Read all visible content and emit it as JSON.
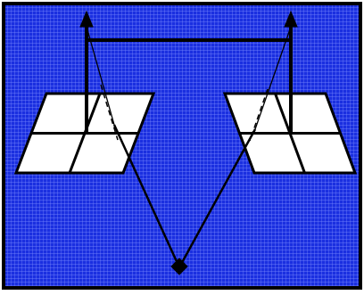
{
  "colors": {
    "background": "#1a2fe0",
    "grid_line": "#7f8fff",
    "border": "#000000",
    "panel_fill": "#ffffff",
    "line": "#000000"
  },
  "diagram": {
    "panel_count": 2,
    "panel_grid": "2x2",
    "vertical_arrows": 2,
    "converging_point": 1
  }
}
